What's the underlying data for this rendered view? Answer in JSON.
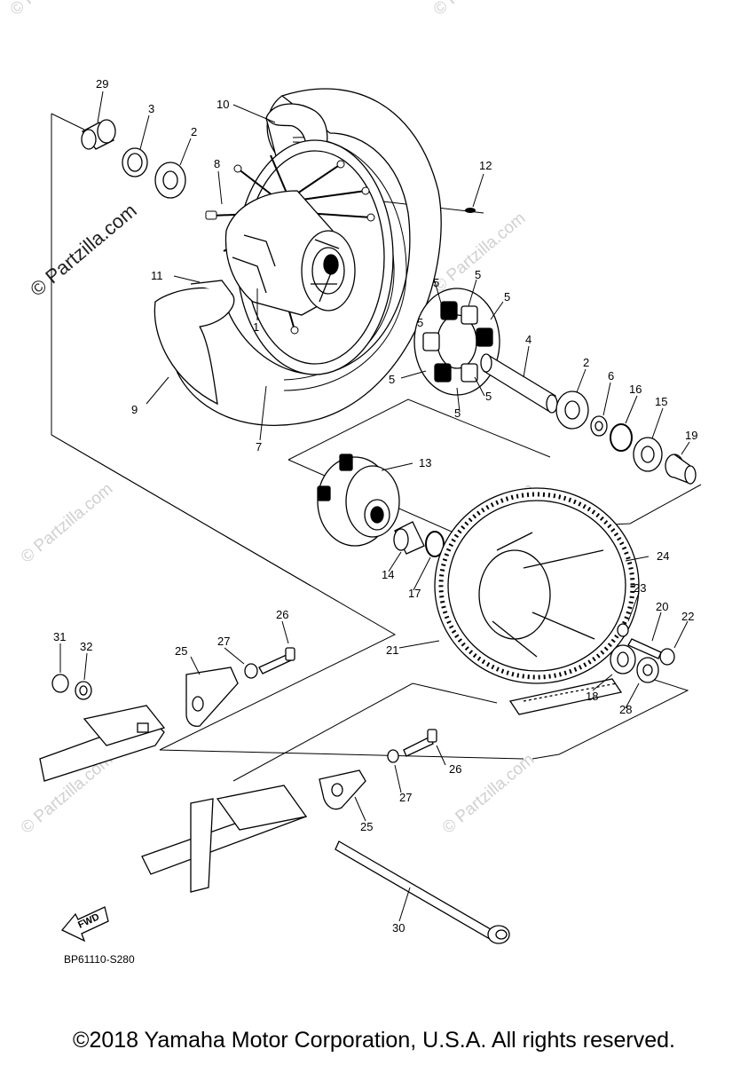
{
  "watermark": {
    "text": "© Partzilla.com"
  },
  "diagram_code": "BP61110-S280",
  "fwd_label": "FWD",
  "copyright": "©2018 Yamaha Motor Corporation, U.S.A. All rights reserved.",
  "callouts": {
    "c1": "1",
    "c2a": "2",
    "c2b": "2",
    "c3": "3",
    "c4": "4",
    "c5a": "5",
    "c5b": "5",
    "c5c": "5",
    "c5d": "5",
    "c5e": "5",
    "c5f": "5",
    "c5g": "5",
    "c6": "6",
    "c7": "7",
    "c8": "8",
    "c9": "9",
    "c10": "10",
    "c11": "11",
    "c12": "12",
    "c13": "13",
    "c14": "14",
    "c15": "15",
    "c16": "16",
    "c17": "17",
    "c18": "18",
    "c19": "19",
    "c20": "20",
    "c21": "21",
    "c22": "22",
    "c23": "23",
    "c24": "24",
    "c25a": "25",
    "c25b": "25",
    "c26a": "26",
    "c26b": "26",
    "c27a": "27",
    "c27b": "27",
    "c28": "28",
    "c29": "29",
    "c30": "30",
    "c31": "31",
    "c32": "32"
  }
}
